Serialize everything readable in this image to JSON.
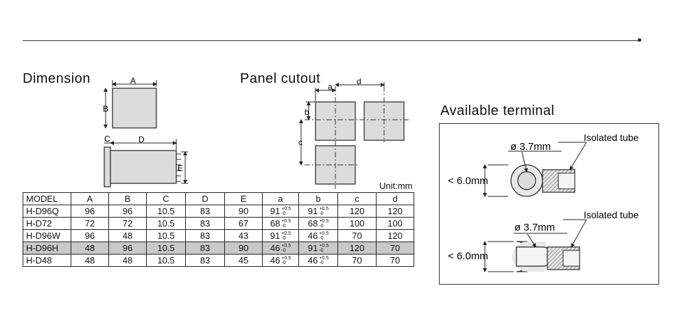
{
  "headings": {
    "dimension": "Dimension",
    "panel_cutout": "Panel cutout",
    "available_terminal": "Available terminal",
    "unit": "Unit:mm"
  },
  "dimension_labels": {
    "A": "A",
    "B": "B",
    "C": "C",
    "D": "D",
    "E": "E"
  },
  "cutout_labels": {
    "a": "a",
    "b": "b",
    "c": "c",
    "d": "d"
  },
  "terminals": [
    {
      "diameter": "ø 3.7mm",
      "width": "< 6.0mm",
      "tube": "Isolated tube"
    },
    {
      "diameter": "ø 3.7mm",
      "width": "< 6.0mm",
      "tube": "Isolated tube"
    }
  ],
  "table": {
    "headers": [
      "MODEL",
      "A",
      "B",
      "C",
      "D",
      "E",
      "a",
      "b",
      "c",
      "d"
    ],
    "tolerance": {
      "plus": "+0.5",
      "minus": "-0"
    },
    "rows": [
      {
        "model": "H-D96Q",
        "A": "96",
        "B": "96",
        "C": "10.5",
        "D": "83",
        "E": "90",
        "a": "91",
        "b": "91",
        "c": "120",
        "d": "120"
      },
      {
        "model": "H-D72",
        "A": "72",
        "B": "72",
        "C": "10.5",
        "D": "83",
        "E": "67",
        "a": "68",
        "b": "68",
        "c": "100",
        "d": "100"
      },
      {
        "model": "H-D96W",
        "A": "96",
        "B": "48",
        "C": "10.5",
        "D": "83",
        "E": "43",
        "a": "91",
        "b": "46",
        "c": "70",
        "d": "120"
      },
      {
        "model": "H-D96H",
        "A": "48",
        "B": "96",
        "C": "10.5",
        "D": "83",
        "E": "90",
        "a": "46",
        "b": "91",
        "c": "120",
        "d": "70"
      },
      {
        "model": "H-D48",
        "A": "48",
        "B": "48",
        "C": "10.5",
        "D": "83",
        "E": "45",
        "a": "46",
        "b": "46",
        "c": "70",
        "d": "70"
      }
    ]
  },
  "colors": {
    "fill_gray": "#dcdcdc",
    "highlight_row": "#c9c9c9",
    "line": "#222222"
  }
}
